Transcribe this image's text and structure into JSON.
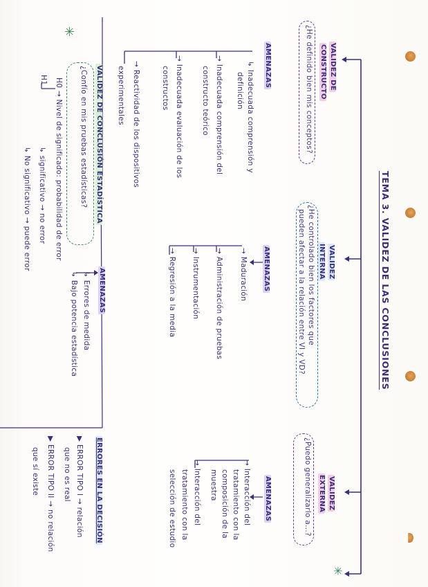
{
  "title": "TEMA 3. VALIDEZ DE LAS CONCLUSIONES",
  "colors": {
    "ink_primary": "#3a2f7a",
    "ink_purple": "#6a3a9a",
    "highlight_pink": "#f3cde3",
    "highlight_purple": "#ddd2f2",
    "highlight_green": "#d8f0d8",
    "highlight_blue": "#d9e9f7",
    "binder_hole": "#d38d44",
    "star": "#3d8a5a"
  },
  "decorations": {
    "star": "✳"
  },
  "construct": {
    "heading_line1": "VALIDEZ DE",
    "heading_line2": "CONSTRUCTO",
    "question": "¿He definido bien mis conceptos?",
    "threats_label": "AMENAZAS",
    "threats": [
      "↳ Inadecuada comprensión y",
      "definición",
      "→ Inadecuada comprensión del",
      "constructo teórico",
      "→ Inadecuada evaluación de los",
      "constructos",
      "→ Reactividad de los dispositivos",
      "experimentales"
    ]
  },
  "statistical": {
    "heading": "VALIDEZ DE CONCLUSIÓN ESTADÍSTICA",
    "question": "¿Confío en mis pruebas estadísticas?",
    "h0": "H0 → Nivel de significado: probabilidad de error",
    "h1": "H1",
    "significant": "↳ significativo → no error",
    "not_significant": "↳ No significativo → puede error",
    "threats_label": "AMENAZAS",
    "threats": [
      "↳ Errores de medida",
      "↳ Bajo potencia estadística"
    ]
  },
  "internal": {
    "heading_line1": "VALIDEZ",
    "heading_line2": "INTERNA",
    "question_line1": "¿He controlado bien los factores que",
    "question_line2": "pueden afectar a la relación entre VI y VD?",
    "threats_label": "AMENAZAS",
    "threats": [
      "→ Maduración",
      "→ Administración de pruebas",
      "→ Instrumentación",
      "→ Regresión a la media"
    ]
  },
  "decision_errors": {
    "heading": "ERRORES EN LA DECISIÓN",
    "type1": "▶ ERROR TIPO I → relación",
    "type1_cont": "que no es real",
    "type2": "▶ ERROR TIPO II → no relación",
    "type2_cont": "que sí existe"
  },
  "external": {
    "heading_line1": "VALIDEZ",
    "heading_line2": "EXTERNA",
    "question": "¿Puedo generalizarlo a...?",
    "threats_label": "AMENAZAS",
    "threats": [
      "→ Interacción del",
      "tratamiento con la",
      "composición de la",
      "muestra",
      "→ Interacción del",
      "tratamiento con la",
      "selección de estudio"
    ]
  }
}
